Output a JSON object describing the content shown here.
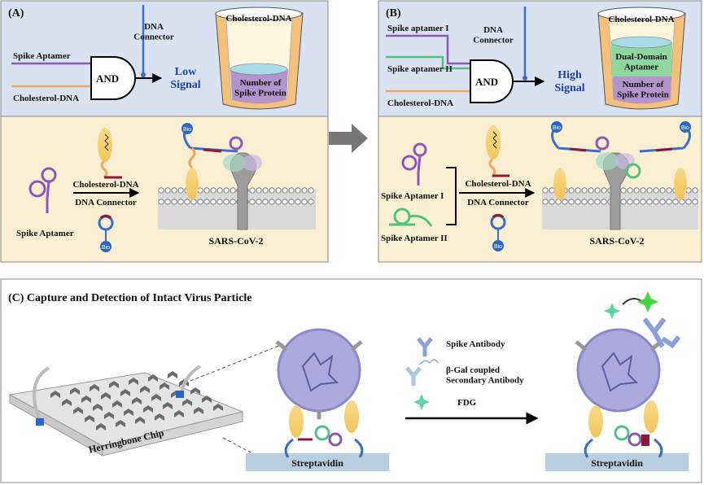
{
  "panelA": {
    "label": "(A)",
    "gate": {
      "label": "AND",
      "input1": "Spike Aptamer",
      "input2": "Cholesterol-DNA",
      "connector": "DNA\nConnector"
    },
    "output": {
      "label": "Low\nSignal"
    },
    "cup": {
      "top": "Cholesterol-DNA",
      "bottom": "Number of\nSpike Protein"
    },
    "bottom": {
      "aptamer": "Spike Aptamer",
      "reagent1": "Cholesterol-DNA",
      "reagent2": "DNA Connector",
      "virus": "SARS-CoV-2",
      "bio": "Bio"
    }
  },
  "panelB": {
    "label": "(B)",
    "gate": {
      "label": "AND",
      "input1": "Spike aptamer  I",
      "input2": "Spike aptamer II",
      "input3": "Cholesterol-DNA",
      "connector": "DNA\nConnector"
    },
    "output": {
      "label": "High\nSignal"
    },
    "cup": {
      "top": "Cholesterol-DNA",
      "middle": "Dual-Domain\nAptamer",
      "bottom": "Number of\nSpike Protein"
    },
    "bottom": {
      "aptamer1": "Spike Aptamer   I",
      "aptamer2": "Spike Aptamer II",
      "reagent1": "Cholesterol-DNA",
      "reagent2": "DNA Connector",
      "virus": "SARS-CoV-2",
      "bio": "Bio"
    }
  },
  "panelC": {
    "title": "(C)  Capture and Detection of Intact Virus Particle",
    "chip": "Herringbone Chip",
    "surface": "Streptavidin",
    "legend": [
      {
        "icon": "spike-antibody",
        "label": "Spike Antibody"
      },
      {
        "icon": "beta-gal-secondary-antibody",
        "label": "β-Gal coupled\nSecondary Antibody"
      },
      {
        "icon": "fdg-star",
        "label": "FDG"
      }
    ]
  },
  "colors": {
    "topBg": "#d9e2f1",
    "bottomBg": "#fbefd3",
    "aptamer": "#8a58b8",
    "cholesterol": "#f0a858",
    "connector": "#3a6fc4",
    "green": "#4fc27f",
    "virus": "#aca9dd",
    "streptavidin": "#b9cfe0",
    "signalText": "#1f3fb5",
    "cupOuter": "#f4c07a",
    "cupLiquid": "#a9dbe8",
    "cupProtein": "#b394cd",
    "cupGreen": "#8fd6a0"
  }
}
